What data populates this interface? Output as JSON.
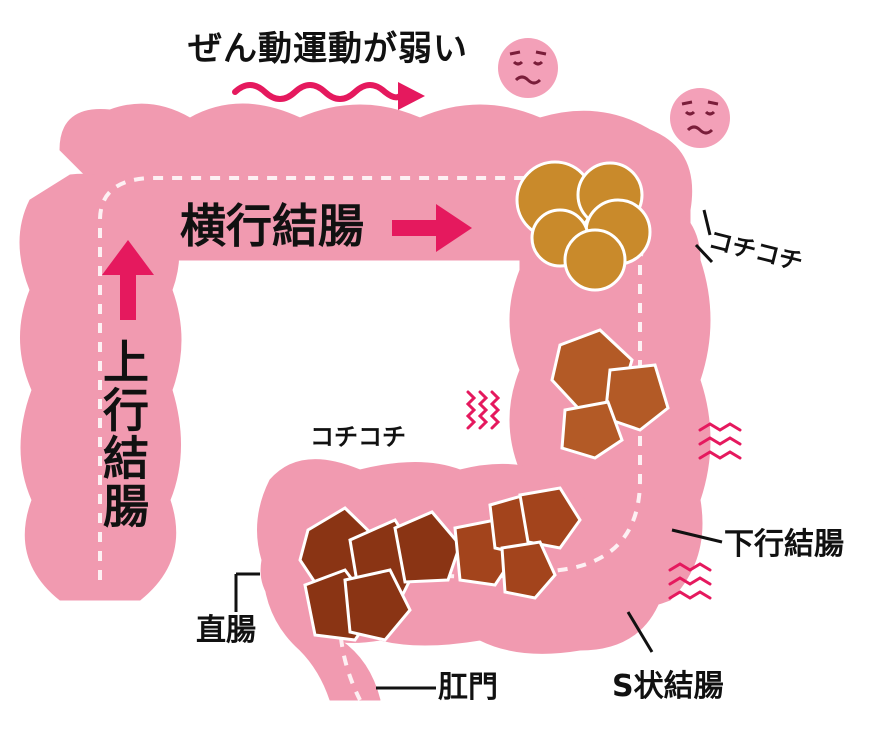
{
  "title": "ぜん動運動が弱い",
  "labels": {
    "transverse": "横行結腸",
    "ascending": "上行結腸",
    "descending": "下行結腸",
    "sigmoid": "S状結腸",
    "rectum": "直腸",
    "anus": "肛門",
    "hard_top": "コチコチ",
    "hard_left": "コチコチ"
  },
  "colors": {
    "colon": "#f19ab0",
    "colon_outline": "#e07f98",
    "arrow": "#e5195e",
    "face": "#f3a0b8",
    "stool_light": "#c98a2b",
    "stool_mid": "#b35a26",
    "stool_dark": "#8a3414"
  },
  "icons": [
    "sad-face-icon",
    "wavy-arrow-icon",
    "arrow-right-icon",
    "arrow-up-icon",
    "vibration-icon"
  ]
}
